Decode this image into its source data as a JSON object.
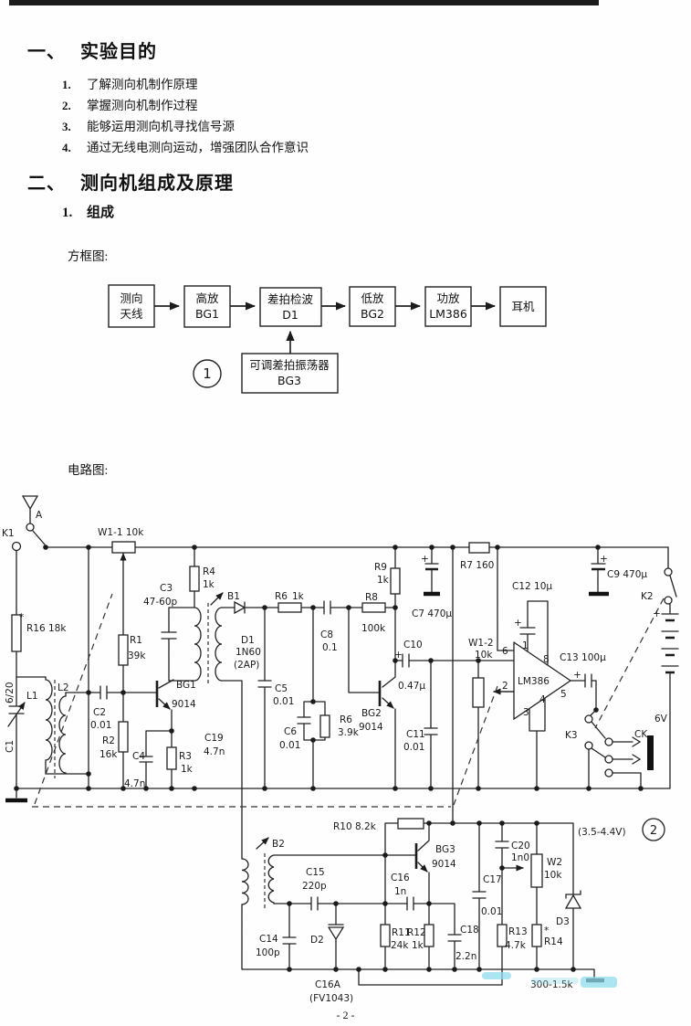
{
  "doc": {
    "heading1": {
      "num": "一、",
      "title": "实验目的"
    },
    "objectives": [
      {
        "num": "1.",
        "text": "了解测向机制作原理"
      },
      {
        "num": "2.",
        "text": "掌握测向机制作过程"
      },
      {
        "num": "3.",
        "text": "能够运用测向机寻找信号源"
      },
      {
        "num": "4.",
        "text": "通过无线电测向运动，增强团队合作意识"
      }
    ],
    "heading2": {
      "num": "二、",
      "title": "测向机组成及原理"
    },
    "subheading": {
      "num": "1.",
      "title": "组成"
    },
    "block_diagram_label": "方框图:",
    "circuit_label": "电路图:",
    "page_number": "- 2 -"
  },
  "block_diagram": {
    "flow": [
      {
        "line1": "测向",
        "line2": "天线"
      },
      {
        "line1": "高放",
        "line2": "BG1"
      },
      {
        "line1": "差拍检波",
        "line2": "D1"
      },
      {
        "line1": "低放",
        "line2": "BG2"
      },
      {
        "line1": "功放",
        "line2": "LM386"
      },
      {
        "line1": "耳机",
        "line2": ""
      }
    ],
    "oscillator": {
      "line1": "可调差拍振荡器",
      "line2": "BG3"
    },
    "badge1": "1"
  },
  "circuit": {
    "badge2": "2",
    "labels": {
      "k1": "K1",
      "ant_a": "A",
      "w11": "W1-1  10k",
      "r16_star": "*",
      "r16": "R16  18k",
      "r1": "R1",
      "r1v": "39k",
      "c1": "C1",
      "c1v": "6/20",
      "l1": "L1",
      "l2": "L2",
      "c2": "C2",
      "c2v": "0.01",
      "r2": "R2",
      "r2v": "16k",
      "c4": "C4",
      "c4v": "4.7n",
      "bg1": "BG1",
      "bg1v": "9014",
      "r3": "R3",
      "r3v": "1k",
      "c19": "C19",
      "c19v": "4.7n",
      "c3": "C3",
      "c3v": "47-60p",
      "r4": "R4",
      "r4v": "1k",
      "b1": "B1",
      "d1": "D1",
      "d1v": "1N60",
      "d1v2": "(2AP)",
      "c5": "C5",
      "c5v": "0.01",
      "r6h": "R6",
      "r6hv": "1k",
      "c8": "C8",
      "c8v": "0.1",
      "c6": "C6",
      "c6v": "0.01",
      "r6": "R6",
      "r6v": "3.9k",
      "r8": "R8",
      "r8v": "100k",
      "r9": "R9",
      "r9v": "1k",
      "c10": "C10",
      "c10v": "0.47µ",
      "pc10": "+",
      "bg2": "BG2",
      "bg2v": "9014",
      "c11": "C11",
      "c11v": "0.01",
      "c7": "C7 470µ",
      "pc7": "+",
      "w12": "W1-2",
      "w12v": "10k",
      "r7": "R7  160",
      "c12": "C12  10µ",
      "pc12": "+",
      "lm386": "LM386",
      "p1": "1",
      "p2": "2",
      "p3": "3",
      "p4": "4",
      "p5": "5",
      "p6": "6",
      "p8": "8",
      "c13": "C13  100µ",
      "pc13": "+",
      "c9": "C9  470µ",
      "pc9": "+",
      "k2": "K2",
      "k2p": "+",
      "v6": "6V",
      "k3": "K3",
      "ck": "CK",
      "bg3": "BG3",
      "bg3v": "9014",
      "r10": "R10  8.2k",
      "vrange": "(3.5-4.4V)",
      "b2": "B2",
      "c15": "C15",
      "c15v": "220p",
      "c16": "C16",
      "c16v": "1n",
      "c14": "C14",
      "c14v": "100p",
      "d2": "D2",
      "c16a": "C16A",
      "c16av": "(FV1043)",
      "r11": "R11",
      "r11v": "24k",
      "r12": "R12",
      "r12v": "1k",
      "c18": "C18",
      "c18v": "2.2n",
      "c17": "C17",
      "c17v": "0.01",
      "c20": "C20",
      "c20v": "1n0",
      "w2": "W2",
      "w2v": "10k",
      "r13": "R13",
      "r13v": "4.7k",
      "r14": "R14",
      "r14s": "*",
      "d3": "D3",
      "imp": "300-1.5k"
    }
  }
}
